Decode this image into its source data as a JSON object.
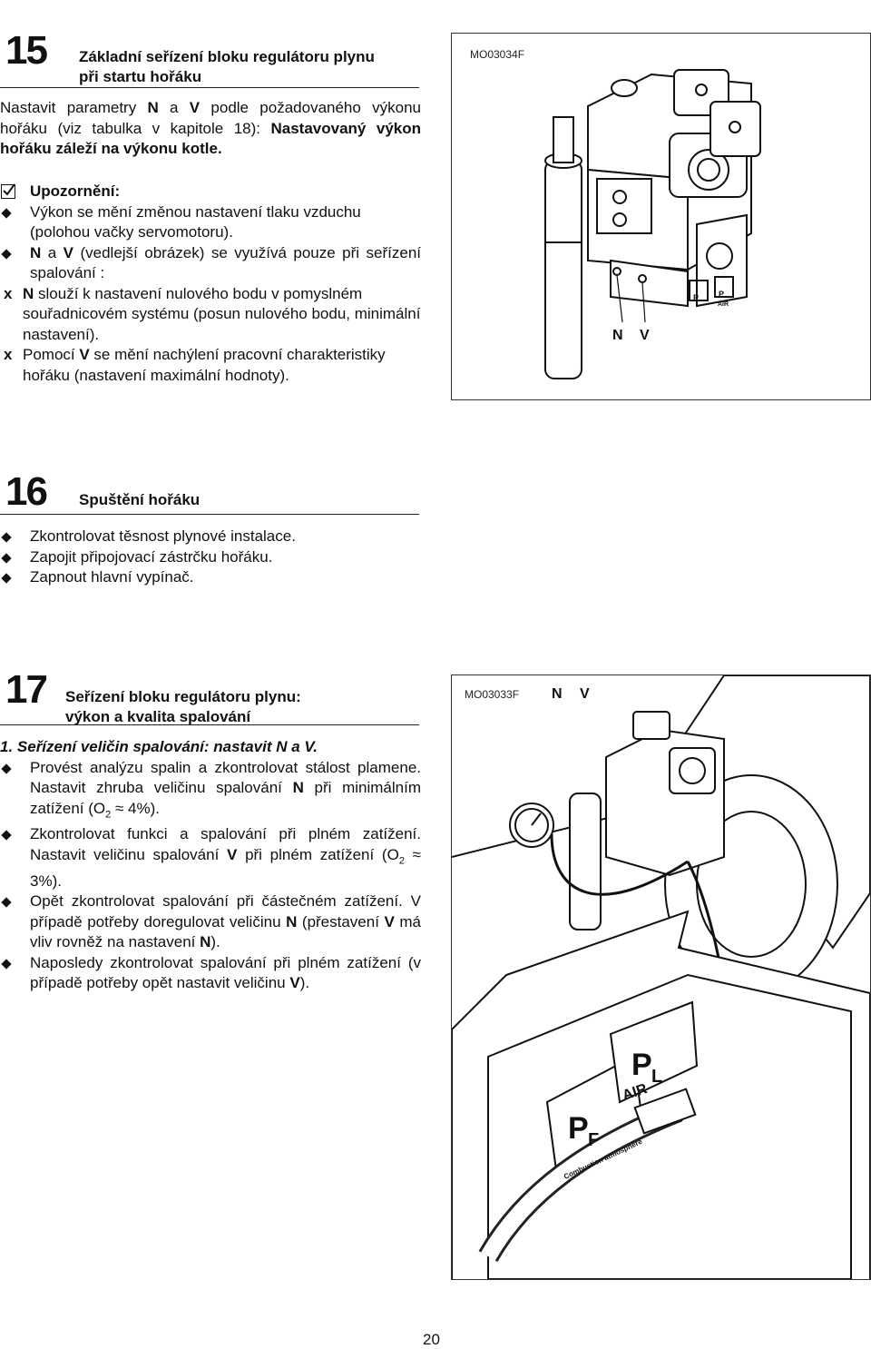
{
  "s15": {
    "number": "15",
    "title_line1": "Základní seřízení bloku regulátoru plynu",
    "title_line2": "při startu hořáku",
    "intro_pre": "Nastavit parametry ",
    "intro_N": "N",
    "intro_mid": " a ",
    "intro_V": "V",
    "intro_post": " podle požadovaného výkonu hořáku (viz tabulka v kapitole 18): ",
    "intro_bold": "Nastavovaný výkon hořáku záleží na výkonu kotle.",
    "note_title": "Upozornění:",
    "bullet1": "Výkon se mění změnou nastavení tlaku vzduchu (polohou vačky servomotoru).",
    "bullet2_N": "N",
    "bullet2_a": " a ",
    "bullet2_V": "V",
    "bullet2_rest": " (vedlejší obrázek) se využívá pouze při seřízení spalování :",
    "x_mark": "x",
    "x1_N": "N",
    "x1_rest": " slouží k nastavení nulového bodu v pomyslném souřadnicovém systému (posun nulového bodu, minimální nastavení).",
    "x2_pre": "Pomocí ",
    "x2_V": "V",
    "x2_rest": " se mění nachýlení pracovní charakteristiky hořáku (nastavení maximální hodnoty).",
    "figure": {
      "code": "MO03034F",
      "label_N": "N",
      "label_V": "V",
      "pl_label": "AIR"
    }
  },
  "s16": {
    "number": "16",
    "title": "Spuštění hořáku",
    "bullets": [
      "Zkontrolovat těsnost plynové instalace.",
      "Zapojit připojovací zástrčku hořáku.",
      "Zapnout hlavní vypínač."
    ]
  },
  "s17": {
    "number": "17",
    "title_line1": "Seřízení bloku regulátoru plynu:",
    "title_line2": "výkon a kvalita spalování",
    "step_title": "1. Seřízení veličin spalování: nastavit N a V.",
    "b1_pre": "Provést analýzu spalin a zkontrolovat stálost plamene. Nastavit zhruba veličinu spalování ",
    "b1_N": "N",
    "b1_post": " při minimálním zatížení (O",
    "b1_sub": "2",
    "b1_end": " ≈ 4%).",
    "b2_pre": "Zkontrolovat funkci a spalování při plném zatížení. Nastavit veličinu spalování ",
    "b2_V": "V",
    "b2_post": " při plném zatížení (O",
    "b2_sub": "2",
    "b2_end": " ≈ 3%).",
    "b3_pre": "Opět zkontrolovat spalování při částečném zatížení. V případě potřeby doregulovat veličinu ",
    "b3_N": "N",
    "b3_mid": " (přestavení ",
    "b3_V": "V",
    "b3_mid2": " má vliv rovněž na nastavení ",
    "b3_N2": "N",
    "b3_end": ").",
    "b4_pre": "Naposledy zkontrolovat spalování při plném zatížení (v případě potřeby opět nastavit veličinu ",
    "b4_V": "V",
    "b4_end": ").",
    "figure": {
      "code": "MO03033F",
      "label_N": "N",
      "label_V": "V",
      "label_air": "AIR",
      "label_comb": "Combustion atmosphère"
    }
  },
  "page_number": "20"
}
